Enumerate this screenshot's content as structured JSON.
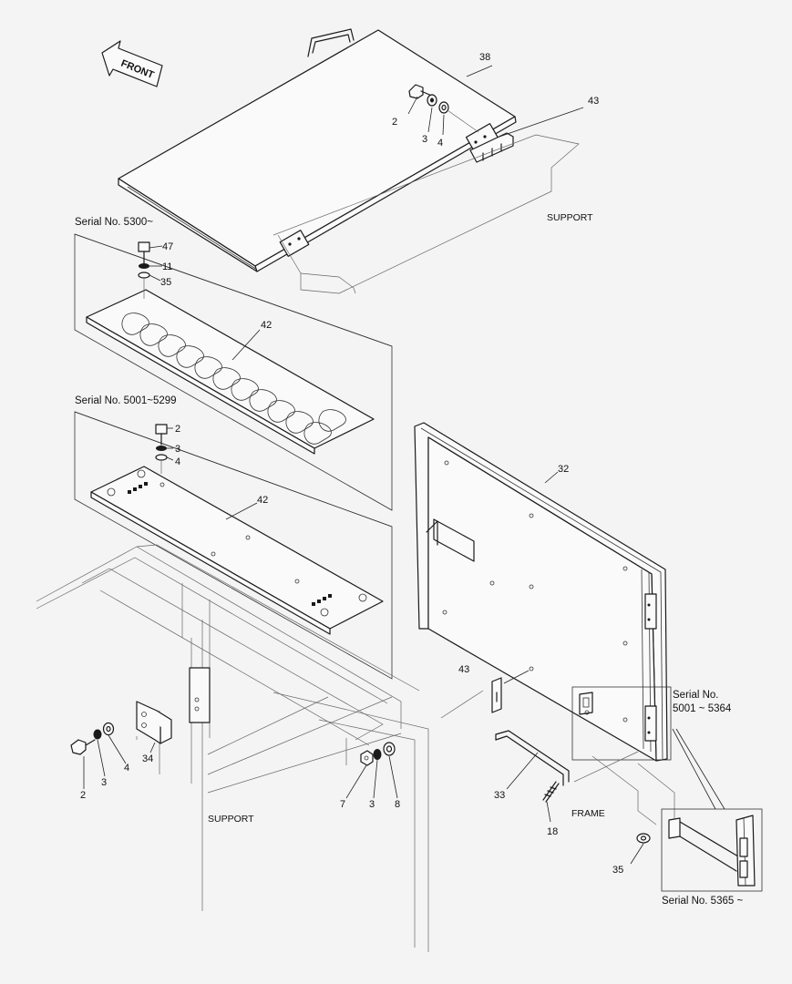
{
  "front_arrow": {
    "label": "FRONT"
  },
  "captions": {
    "serial_5300": "Serial No. 5300~",
    "serial_5001_5299": "Serial No. 5001~5299",
    "support_top": "SUPPORT",
    "support_bottom": "SUPPORT",
    "frame": "FRAME",
    "serial_5001_5364_line1": "Serial No.",
    "serial_5001_5364_line2": "5001 ~ 5364",
    "serial_5365": "Serial No. 5365 ~"
  },
  "callouts": {
    "c38": "38",
    "c43a": "43",
    "c2a": "2",
    "c3a": "3",
    "c4a": "4",
    "c47": "47",
    "c11": "11",
    "c35a": "35",
    "c42a": "42",
    "c2b": "2",
    "c3b": "3",
    "c4b": "4",
    "c42b": "42",
    "c32": "32",
    "c43b": "43",
    "c2c": "2",
    "c3c": "3",
    "c4c": "4",
    "c34": "34",
    "c7": "7",
    "c3d": "3",
    "c8": "8",
    "c33": "33",
    "c18": "18",
    "c35b": "35"
  }
}
